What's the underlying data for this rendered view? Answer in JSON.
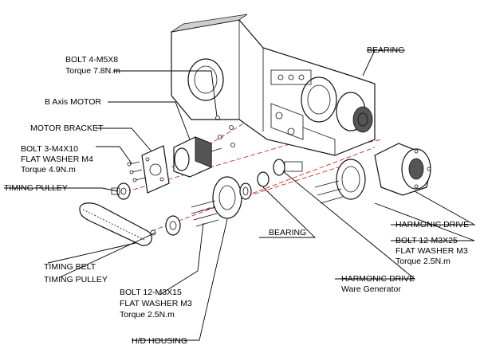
{
  "labels": {
    "bolt_m5": "BOLT 4-M5X8",
    "bolt_m5_torque": "Torque 7.8N.m",
    "b_axis_motor": "B Axis MOTOR",
    "motor_bracket": "MOTOR BRACKET",
    "bolt_m4": "BOLT 3-M4X10",
    "washer_m4": "FLAT WASHER M4",
    "bolt_m4_torque": "Torque 4.9N.m",
    "timing_pulley_top": "TIMING PULLEY",
    "timing_belt": "TIMING BELT",
    "timing_pulley_bottom": "TIMING PULLEY",
    "bolt_m3x15": "BOLT 12-M3X15",
    "washer_m3_a": "FLAT WASHER M3",
    "bolt_m3x15_torque": "Torque 2.5N.m",
    "hd_housing": "H/D HOUSING",
    "bearing_top": "BEARING",
    "bearing_mid": "BEARING",
    "harmonic_drive_wg": "HARMONIC DRIVE",
    "wave_generator": "Ware Generator",
    "harmonic_drive": "HARMONIC DRIVE",
    "bolt_m3x25": "BOLT 12-M3X25",
    "washer_m3_b": "FLAT WASHER M3",
    "bolt_m3x25_torque": "Torque 2.5N.m"
  },
  "colors": {
    "line": "#000000",
    "assembly_axis": "#d42a2a",
    "background": "#ffffff"
  }
}
